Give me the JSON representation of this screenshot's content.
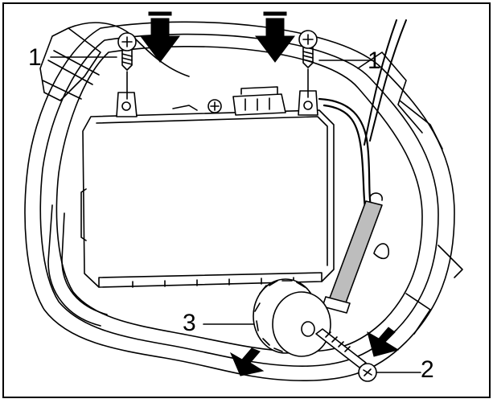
{
  "callouts": {
    "screw_left": "1",
    "screw_right": "1",
    "mount_screw": "2",
    "connector_wheel": "3"
  },
  "colors": {
    "ink": "#000000",
    "tube_fill": "#bdbdbd",
    "paper": "#ffffff"
  }
}
